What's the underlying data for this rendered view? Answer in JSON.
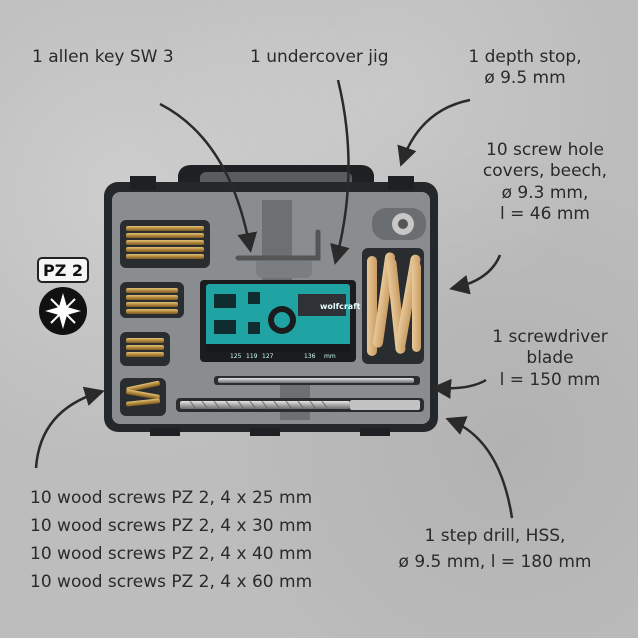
{
  "labels": {
    "allen_key": "1 allen key SW 3",
    "jig": "1 undercover jig",
    "depth_stop_1": "1 depth stop,",
    "depth_stop_2": "ø 9.5 mm",
    "covers_1": "10 screw hole",
    "covers_2": "covers, beech,",
    "covers_3": "ø 9.3 mm,",
    "covers_4": "l = 46 mm",
    "blade_1": "1 screwdriver",
    "blade_2": "blade",
    "blade_3": "l = 150 mm",
    "screws_1": "10 wood screws PZ 2, 4 x 25 mm",
    "screws_2": "10 wood screws PZ 2, 4 x 30 mm",
    "screws_3": "10 wood screws PZ 2, 4 x 40 mm",
    "screws_4": "10 wood screws PZ 2, 4 x 60 mm",
    "drill_1": "1 step drill, HSS,",
    "drill_2": "ø 9.5 mm, l = 180 mm"
  },
  "badge": {
    "text": "PZ 2"
  },
  "jig": {
    "brand": "wolfcraft",
    "scale": [
      "125",
      "119",
      "127",
      "136",
      "mm"
    ]
  },
  "colors": {
    "jig": "#1fa3a3",
    "case": "#2a2d30",
    "tray": "#8a8d90",
    "text": "#2a2a2a"
  }
}
